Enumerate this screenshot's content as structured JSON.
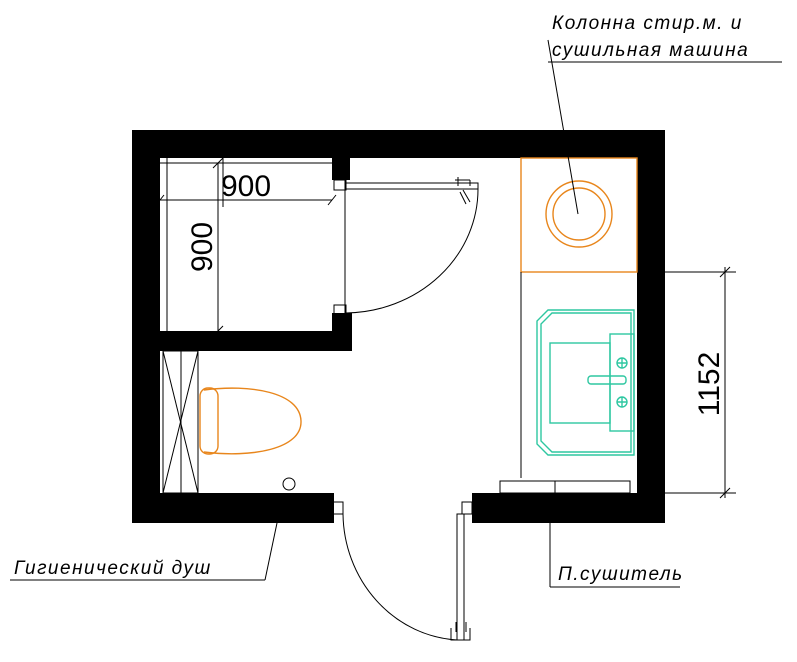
{
  "labels": {
    "column_line1": "Колонна  стир.м.  и",
    "column_line2": "сушильная  машина",
    "hygienic_shower": "Гигиенический  душ",
    "towel_dryer": "П.сушитель"
  },
  "dimensions": {
    "shower_width": "900",
    "shower_depth": "900",
    "wall_length": "1152"
  },
  "colors": {
    "walls": "#000000",
    "washer_column": "#e8861c",
    "toilet": "#e8861c",
    "sink": "#2ec7a1",
    "lines": "#000000"
  }
}
